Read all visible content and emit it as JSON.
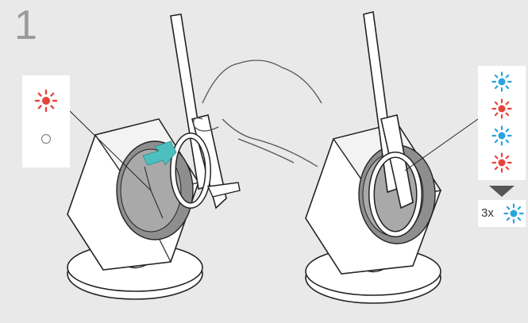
{
  "step": {
    "number": "1"
  },
  "led_status_left": {
    "indicators": [
      "red-blinking",
      "off"
    ],
    "colors": {
      "red": "#e8433a",
      "off": "#888888"
    }
  },
  "led_status_right": {
    "sequence": [
      "blue-blinking",
      "red-blinking",
      "blue-blinking",
      "red-blinking"
    ],
    "result_repeat": "3x",
    "result_indicator": "blue-blinking",
    "colors": {
      "blue": "#2aa4de",
      "red": "#e8433a",
      "arrow": "#555555"
    }
  },
  "accent": {
    "insert_arrow": "#4dbfbf"
  }
}
